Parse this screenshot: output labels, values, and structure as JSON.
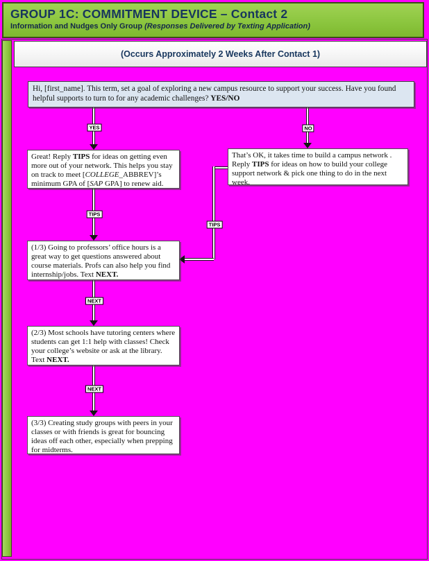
{
  "header": {
    "title": "GROUP 1C: COMMITMENT DEVICE – Contact 2",
    "subtitle": "Information and Nudges Only Group ",
    "subtitle_italic": "(Responses Delivered by Texting Application)"
  },
  "banner": {
    "text": "(Occurs Approximately 2 Weeks After Contact 1)"
  },
  "labels": {
    "yes": "YES",
    "no": "NO",
    "tips": "TIPS",
    "next": "NEXT"
  },
  "flow": {
    "intro": {
      "text": "Hi, [first_name]. This term, set a goal of exploring a new campus resource to support your success. Have you found helpful supports to turn to for any academic challenges? ",
      "reply_options": "YES/NO"
    },
    "yes_box": {
      "s1": "Great! Reply ",
      "s2_bold": "TIPS",
      "s3": " for ideas on getting even more out of your network. This helps you stay on track to meet [",
      "s4_italic": "COLLEGE",
      "s5": "_ABBREV]’s minimum GPA of [",
      "s6_italic": "SAP",
      "s7": " GPA] to renew aid."
    },
    "no_box": {
      "s1": "That’s OK, it takes time to build a campus network . Reply ",
      "s2_bold": "TIPS",
      "s3": " for ideas on how to build your college support network & pick one thing to do in the next week."
    },
    "tip1_box": {
      "s1": "(1/3) Going to professors’ office hours is a great way to get questions answered about course materials. Profs can also help you find internship/jobs. Text ",
      "s2_bold": "NEXT."
    },
    "tip2_box": {
      "s1": "(2/3) Most schools have tutoring centers where students can get 1:1 help with classes! Check your college’s website or ask at the library. Text ",
      "s2_bold": "NEXT."
    },
    "tip3_box": {
      "s1": "(3/3) Creating study groups with peers in your classes or with friends is great for bouncing ideas off each other, especially when prepping for midterms."
    }
  },
  "colors": {
    "background_magenta": "#ff00ff",
    "header_green": "#8cc63f",
    "header_border_olive": "#3a4d18",
    "title_navy": "#17365d",
    "intro_box_blue": "#dce6f1"
  }
}
